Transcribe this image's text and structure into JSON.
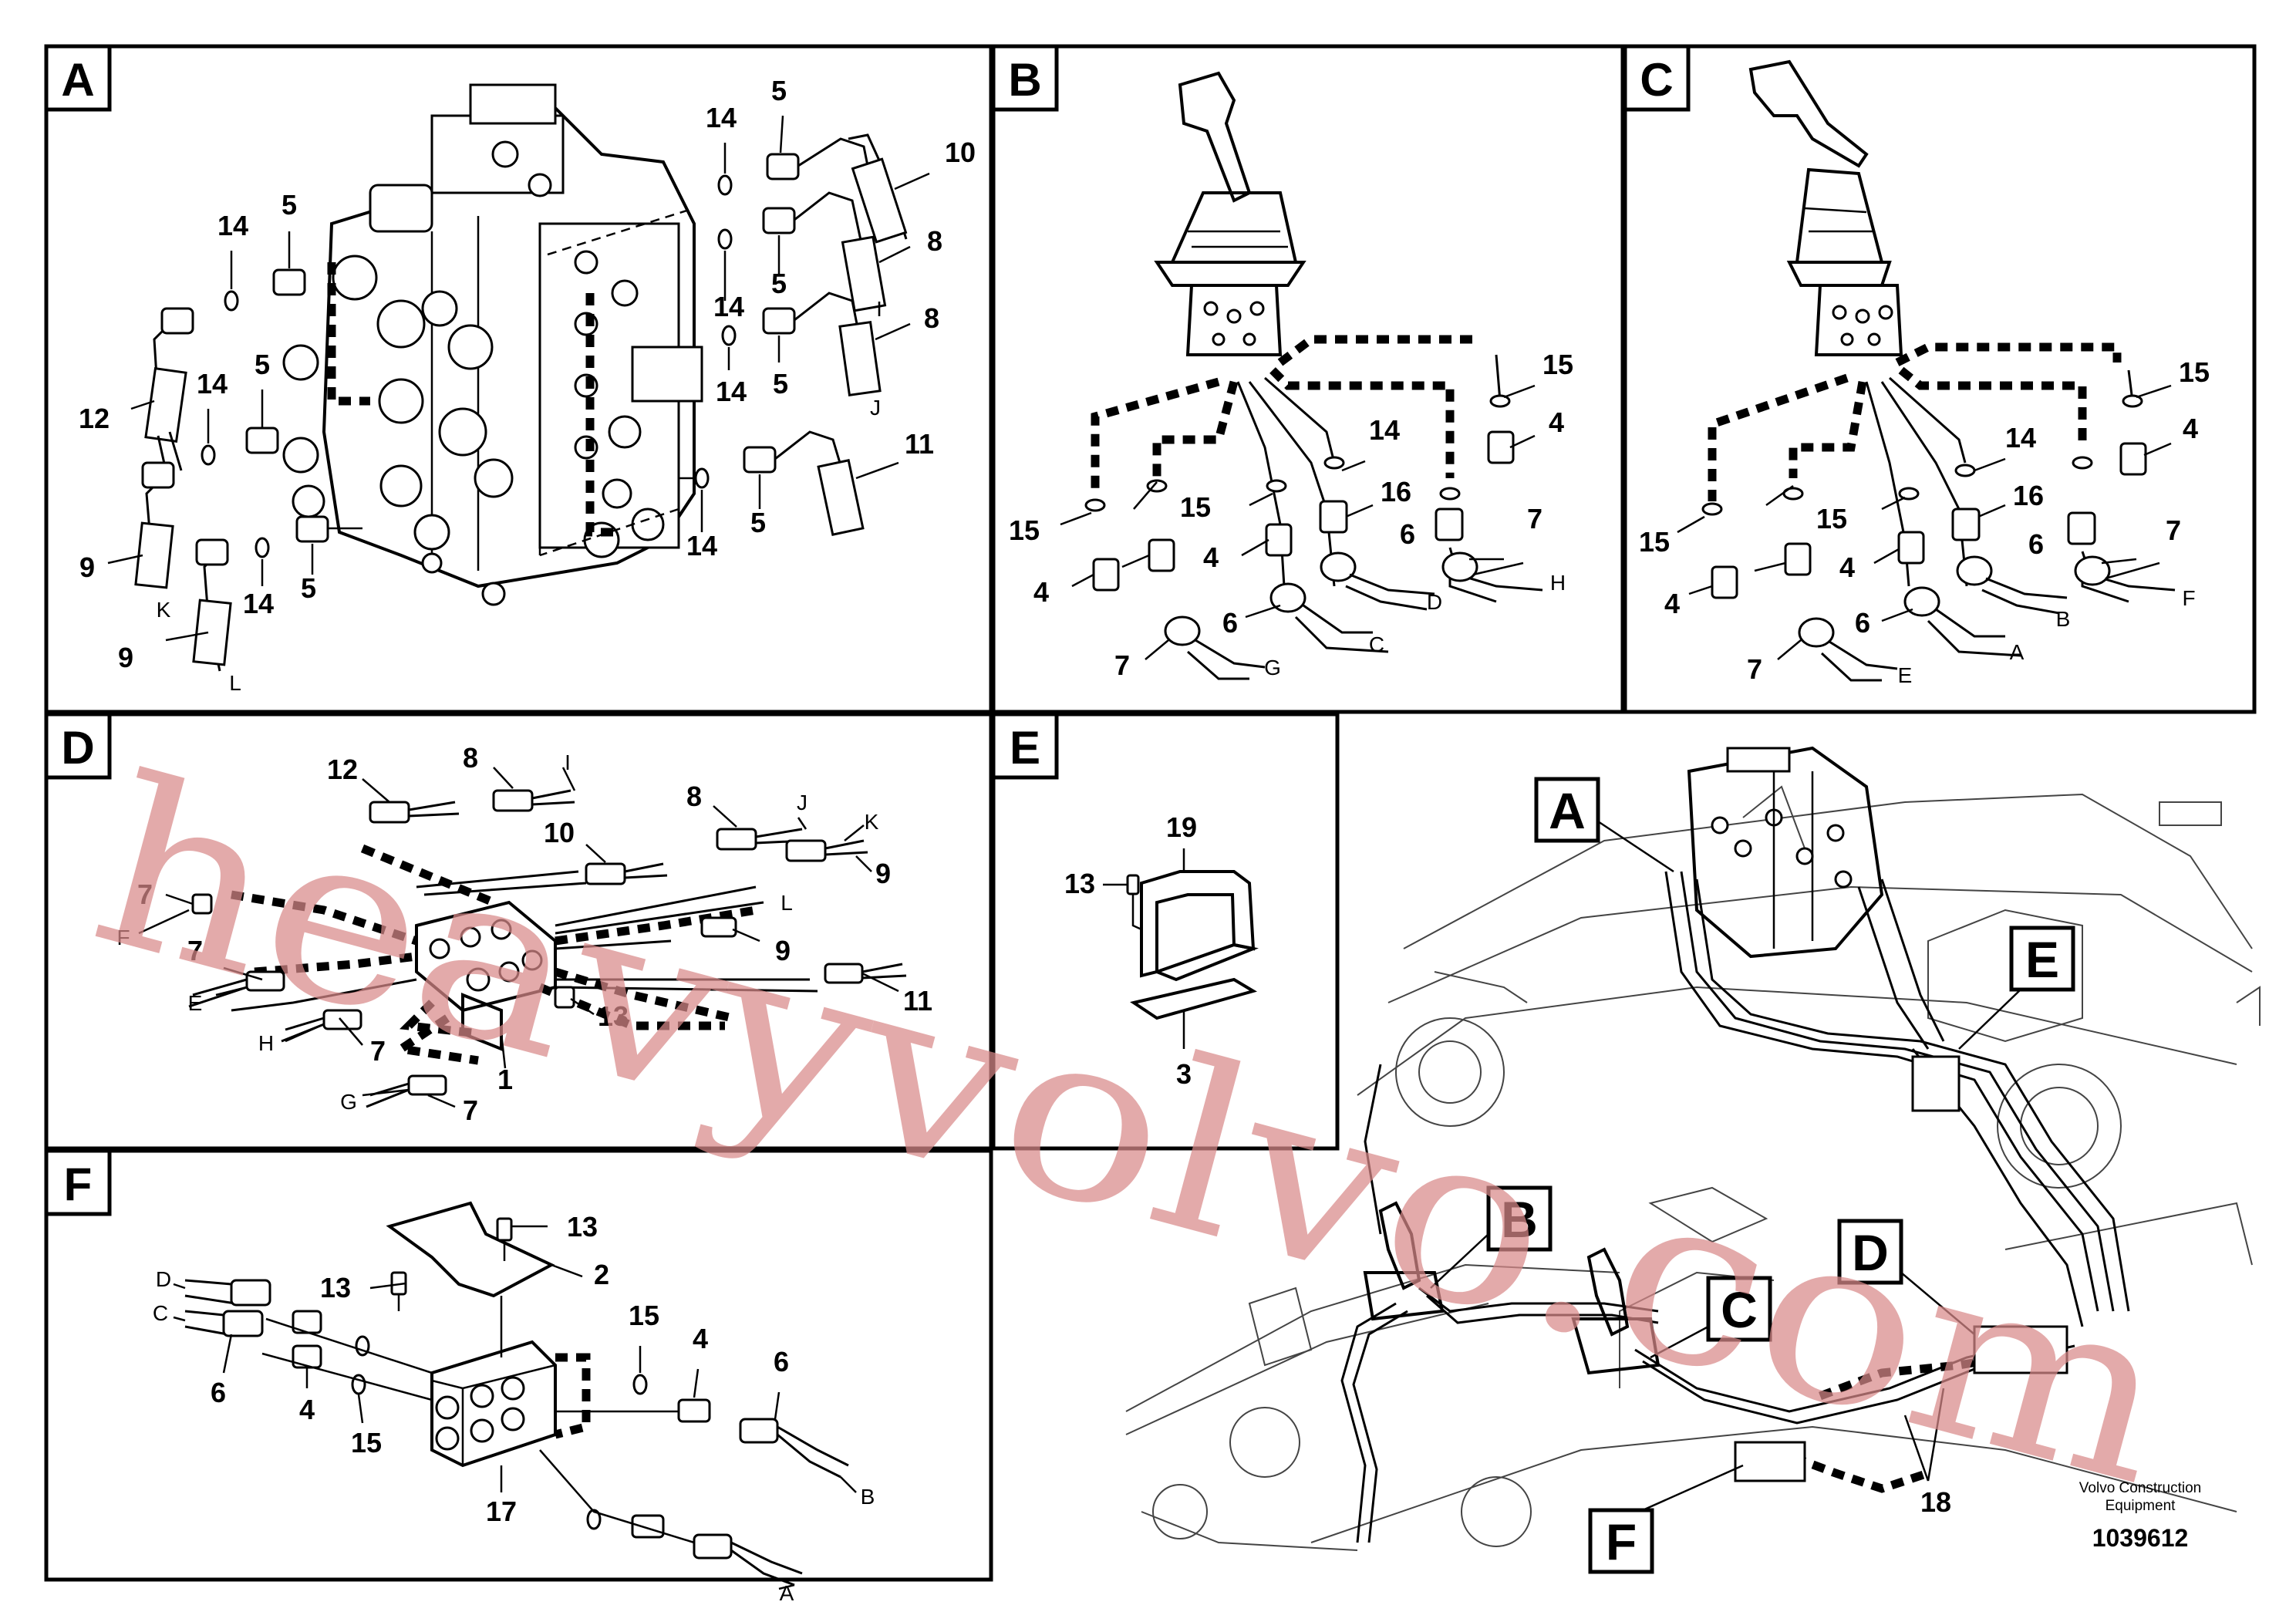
{
  "panels": {
    "A": {
      "tag": "A",
      "callouts": [
        "14",
        "5",
        "10",
        "8",
        "14",
        "5",
        "I",
        "8",
        "14",
        "5",
        "J",
        "11",
        "14",
        "5",
        "14",
        "5",
        "12",
        "14",
        "5",
        "9",
        "K",
        "14",
        "5",
        "9",
        "L"
      ]
    },
    "B": {
      "tag": "B",
      "callouts": [
        "15",
        "4",
        "14",
        "16",
        "6",
        "7",
        "D",
        "H",
        "15",
        "4",
        "15",
        "4",
        "6",
        "C",
        "7",
        "G"
      ]
    },
    "C": {
      "tag": "C",
      "callouts": [
        "15",
        "4",
        "14",
        "16",
        "6",
        "7",
        "B",
        "F",
        "15",
        "4",
        "15",
        "4",
        "6",
        "A",
        "7",
        "E"
      ]
    },
    "D": {
      "tag": "D",
      "callouts": [
        "12",
        "8",
        "I",
        "8",
        "J",
        "10",
        "K",
        "9",
        "7",
        "F",
        "L",
        "9",
        "7",
        "E",
        "11",
        "13",
        "H",
        "7",
        "1",
        "G",
        "7"
      ]
    },
    "E": {
      "tag": "E",
      "callouts": [
        "13",
        "19",
        "3"
      ]
    },
    "F": {
      "tag": "F",
      "callouts": [
        "13",
        "13",
        "2",
        "D",
        "C",
        "6",
        "4",
        "15",
        "15",
        "4",
        "6",
        "17",
        "B",
        "A"
      ]
    }
  },
  "overview": {
    "callout_tags": [
      "A",
      "E",
      "B",
      "C",
      "D",
      "F"
    ],
    "callout_18": "18",
    "brand_line1": "Volvo Construction",
    "brand_line2": "Equipment",
    "doc_number": "1039612"
  },
  "watermark": "heavyvolvo.com"
}
